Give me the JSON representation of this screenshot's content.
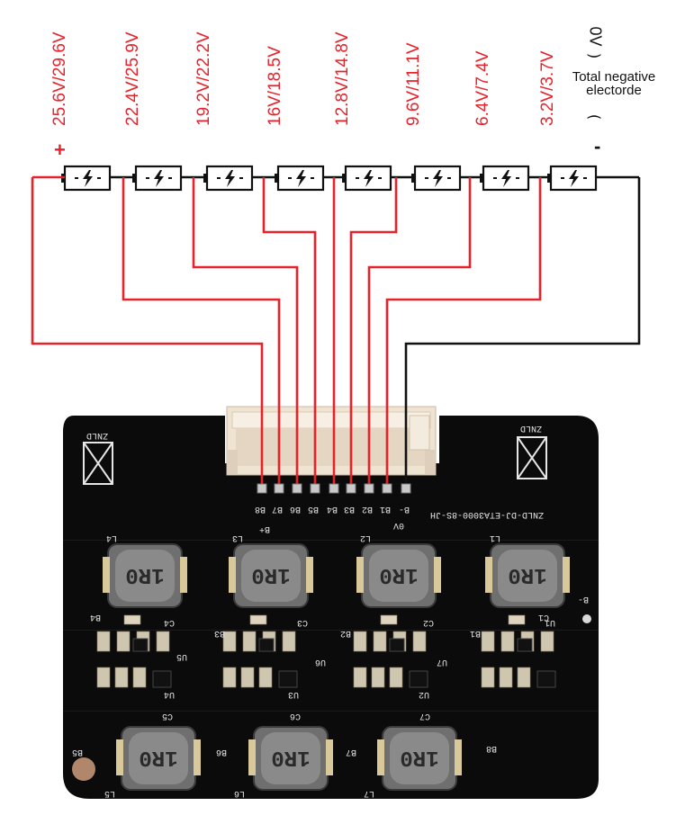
{
  "voltage_labels": [
    "25.6V/29.6V",
    "22.4V/25.9V",
    "19.2V/22.2V",
    "16V/18.5V",
    "12.8V/14.8V",
    "9.6V/11.1V",
    "6.4V/7.4V",
    "3.2V/3.7V"
  ],
  "negative_label": {
    "line1": "Total negative",
    "line2": "electorde",
    "open": "(",
    "close": ")",
    "value": "0V"
  },
  "polarity": {
    "plus": "+",
    "minus": "-"
  },
  "board": {
    "brand": "ZNLD",
    "model": "ZNLD-DJ-ETA3000-8S-JH",
    "pin_labels": [
      "B8",
      "B7",
      "B6",
      "B5",
      "B4",
      "B3",
      "B2",
      "B1",
      "B-"
    ],
    "bplus": "B+",
    "zero": "0V",
    "bminus_edge": "B-",
    "inductor_marking": "1R0",
    "inductor_refs": [
      "L4",
      "L3",
      "L2",
      "L1",
      "L5",
      "L6",
      "L7"
    ],
    "balance_refs": [
      "B4",
      "B3",
      "B2",
      "B1",
      "B5",
      "B6",
      "B7",
      "B8"
    ],
    "ic_refs": [
      "U4",
      "U3",
      "U2",
      "U1",
      "U5",
      "U6",
      "U7"
    ],
    "cap_refs": [
      "C4",
      "C3",
      "C2",
      "C1",
      "C5",
      "C6",
      "C7"
    ]
  },
  "colors": {
    "wire_red": "#e8222b",
    "wire_black": "#111111",
    "board": "#0b0b0b",
    "connector": "#efe3d2"
  }
}
